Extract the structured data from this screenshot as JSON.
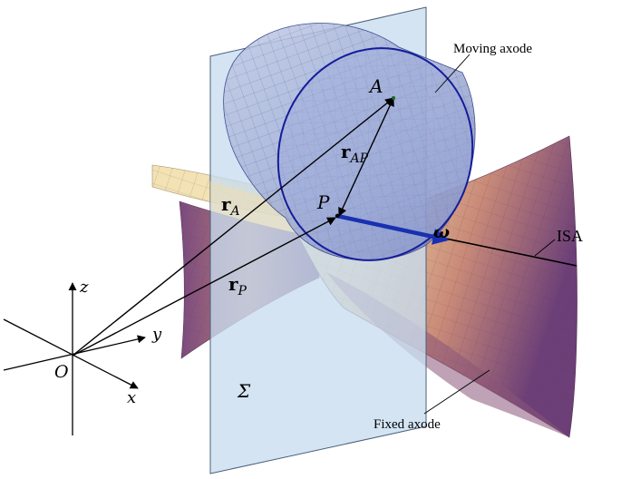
{
  "labels": {
    "moving_axode": "Moving axode",
    "fixed_axode": "Fixed axode",
    "isa": "ISA",
    "point_a": "A",
    "point_p": "P",
    "origin": "O",
    "axis_x": "x",
    "axis_y": "y",
    "axis_z": "z",
    "plane": "Σ",
    "omega": "ω",
    "r_a": {
      "main": "r",
      "sub": "A"
    },
    "r_p": {
      "main": "r",
      "sub": "P"
    },
    "r_ap": {
      "main": "r",
      "sub": "AP"
    }
  },
  "colors": {
    "plane_fill": "#c5d8ee",
    "plane_stroke": "#4b5f7a",
    "cylinder_fill": "#8f9fcf",
    "cylinder_dark": "#3f4f8f",
    "rim_stroke": "#141c9a",
    "omega_arrow": "#1830b0",
    "hyperboloid_light": "#f0dfae",
    "hyperboloid_mid": "#d9946f",
    "hyperboloid_dark": "#6f3f78",
    "vector_stroke": "#000000"
  }
}
